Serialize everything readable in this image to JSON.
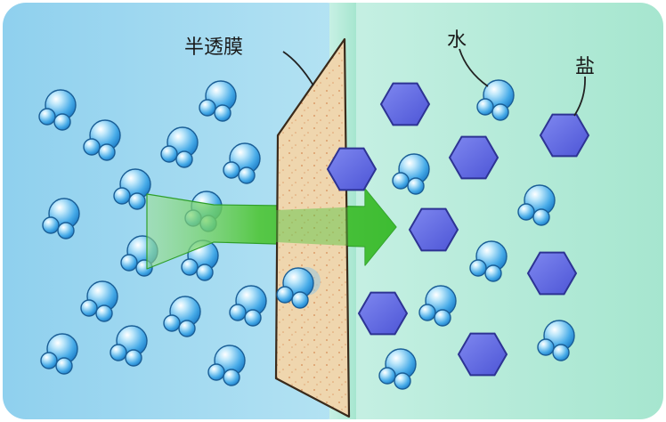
{
  "labels": {
    "membrane": "半透膜",
    "water": "水",
    "salt": "盐"
  },
  "colors": {
    "left_bg": "#9fd6ef",
    "right_bg": "#b6ecd9",
    "membrane_fill": "#efd5ac",
    "membrane_dots": "#d98b55",
    "water_molecule": "#44a8e6",
    "salt_ion": "#6a73e6",
    "arrow": "#3cc43a"
  },
  "icons": [
    "water-molecule-icon",
    "salt-ion-icon",
    "flow-arrow-icon"
  ]
}
